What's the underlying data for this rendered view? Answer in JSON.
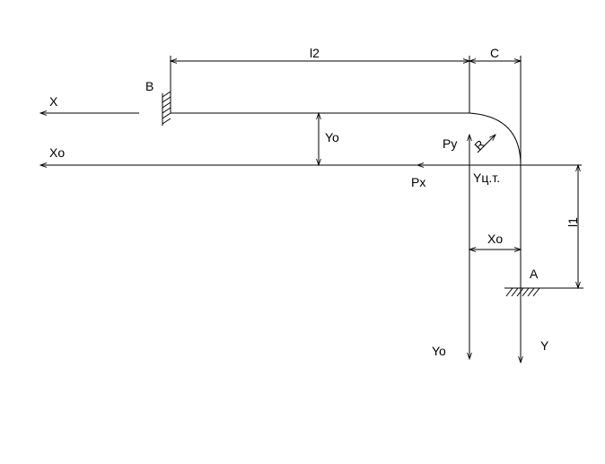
{
  "labels": {
    "l2": "l2",
    "c": "C",
    "b": "B",
    "x": "X",
    "xo_left": "Xo",
    "yo_mid": "Yo",
    "py": "Py",
    "r": "R",
    "px": "Px",
    "yct": "Yц.т.",
    "l1": "l1",
    "xo_dim": "Xo",
    "a": "A",
    "yo_bottom": "Yo",
    "y": "Y"
  }
}
